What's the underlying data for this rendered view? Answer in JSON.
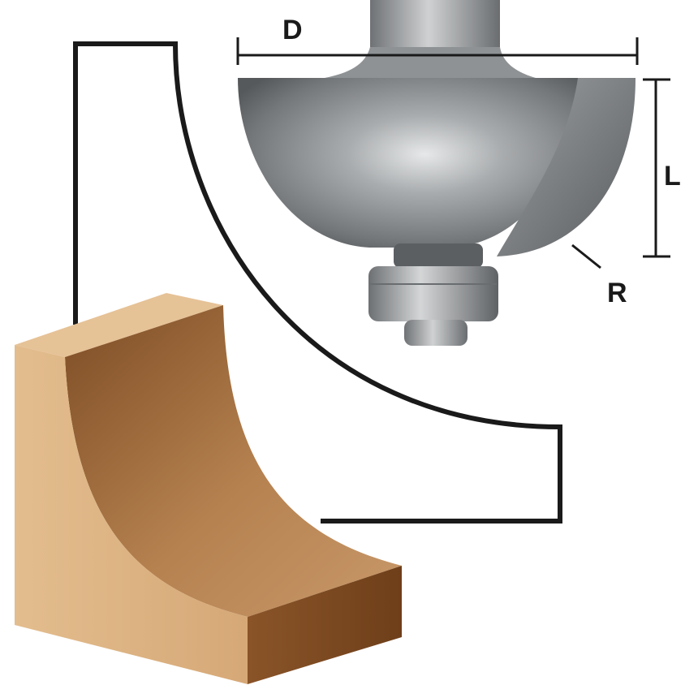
{
  "labels": {
    "diameter": "D",
    "length": "L",
    "radius": "R"
  },
  "colors": {
    "outline": "#1a1a1a",
    "wood_light": "#e0b98a",
    "wood_mid": "#b98656",
    "wood_dark": "#7a4a22",
    "steel_light": "#c9cbcc",
    "steel_mid": "#8c8f91",
    "steel_dark": "#55585a"
  }
}
